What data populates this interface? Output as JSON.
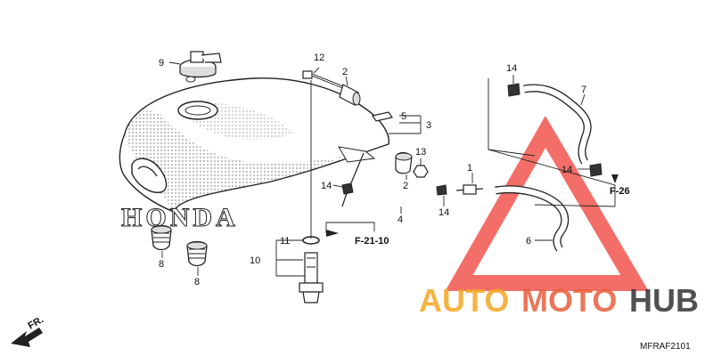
{
  "diagram": {
    "code": "MFRAF2101",
    "brand_text": "HONDA",
    "direction_label": "FR.",
    "watermark": {
      "part1": "AUTO",
      "part2": "MOTO",
      "part3": "HUB",
      "colors": {
        "auto": "#f5a623",
        "moto": "#e8603c",
        "hub": "#333333",
        "triangle": "#ef3e36"
      }
    },
    "callouts": {
      "c1": "1",
      "c2a": "2",
      "c2b": "2",
      "c3": "3",
      "c4": "4",
      "c5": "5",
      "c6": "6",
      "c7": "7",
      "c8a": "8",
      "c8b": "8",
      "c9": "9",
      "c10": "10",
      "c11": "11",
      "c12": "12",
      "c13": "13",
      "c14a": "14",
      "c14b": "14",
      "c14c": "14",
      "c14d": "14"
    },
    "refs": {
      "f21": "F-21-10",
      "f26": "F-26"
    }
  }
}
